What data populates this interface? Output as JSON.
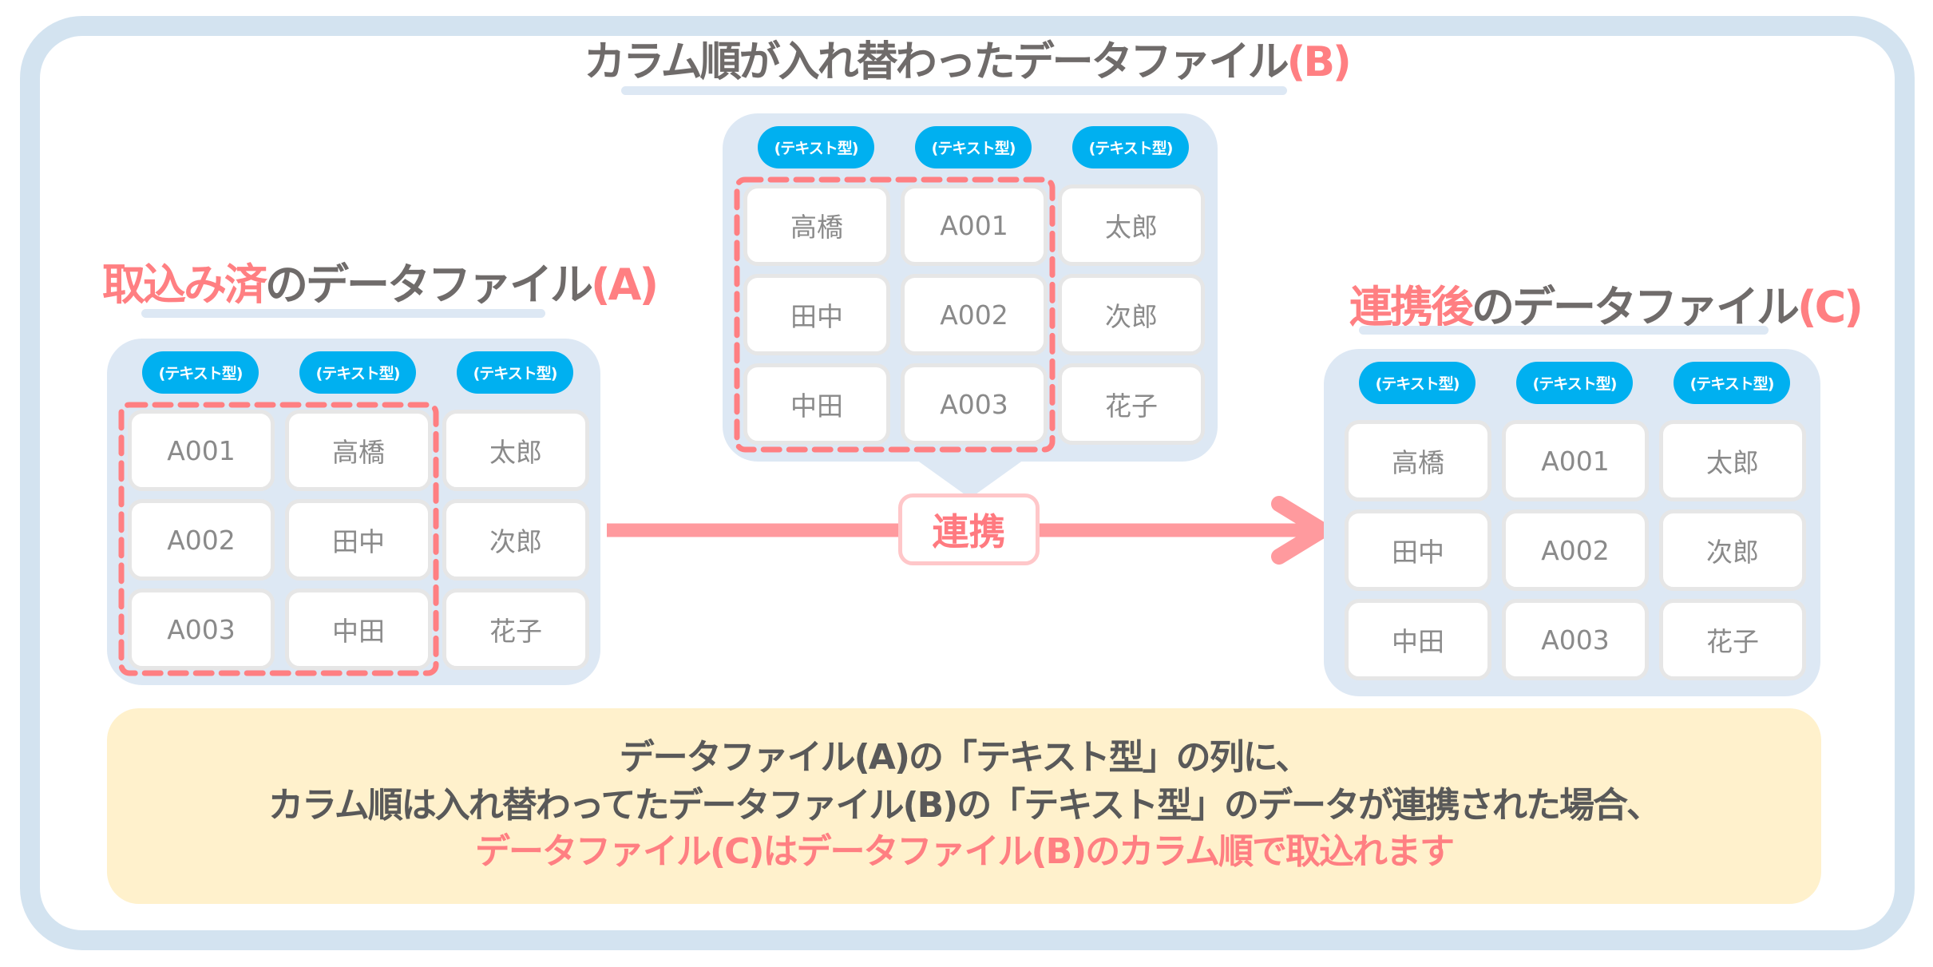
{
  "colors": {
    "frame": "#d3e3f0",
    "panel": "#dde8f4",
    "header_pill": "#00b0f0",
    "highlight": "#ff7f82",
    "arrow": "#ff9a9e",
    "note_bg": "#fff1cc",
    "text_dark": "#595959"
  },
  "file_a": {
    "title_highlight": "取込み済",
    "title_rest": "のデータファイル",
    "title_id": "(A)",
    "headers": [
      "(テキスト型)",
      "(テキスト型)",
      "(テキスト型)"
    ],
    "rows": [
      [
        "A001",
        "高橋",
        "太郎"
      ],
      [
        "A002",
        "田中",
        "次郎"
      ],
      [
        "A003",
        "中田",
        "花子"
      ]
    ]
  },
  "file_b": {
    "title_rest": "カラム順が入れ替わったデータファイル",
    "title_id": "(B)",
    "headers": [
      "(テキスト型)",
      "(テキスト型)",
      "(テキスト型)"
    ],
    "rows": [
      [
        "高橋",
        "A001",
        "太郎"
      ],
      [
        "田中",
        "A002",
        "次郎"
      ],
      [
        "中田",
        "A003",
        "花子"
      ]
    ]
  },
  "file_c": {
    "title_highlight": "連携後",
    "title_rest": "のデータファイル",
    "title_id": "(C)",
    "headers": [
      "(テキスト型)",
      "(テキスト型)",
      "(テキスト型)"
    ],
    "rows": [
      [
        "高橋",
        "A001",
        "太郎"
      ],
      [
        "田中",
        "A002",
        "次郎"
      ],
      [
        "中田",
        "A003",
        "花子"
      ]
    ]
  },
  "link_label": "連携",
  "note": {
    "line1": "データファイル(A)の「テキスト型」の列に、",
    "line2": "カラム順は入れ替わってたデータファイル(B)の「テキスト型」のデータが連携された場合、",
    "line3": "データファイル(C)はデータファイル(B)のカラム順で取込れます"
  }
}
